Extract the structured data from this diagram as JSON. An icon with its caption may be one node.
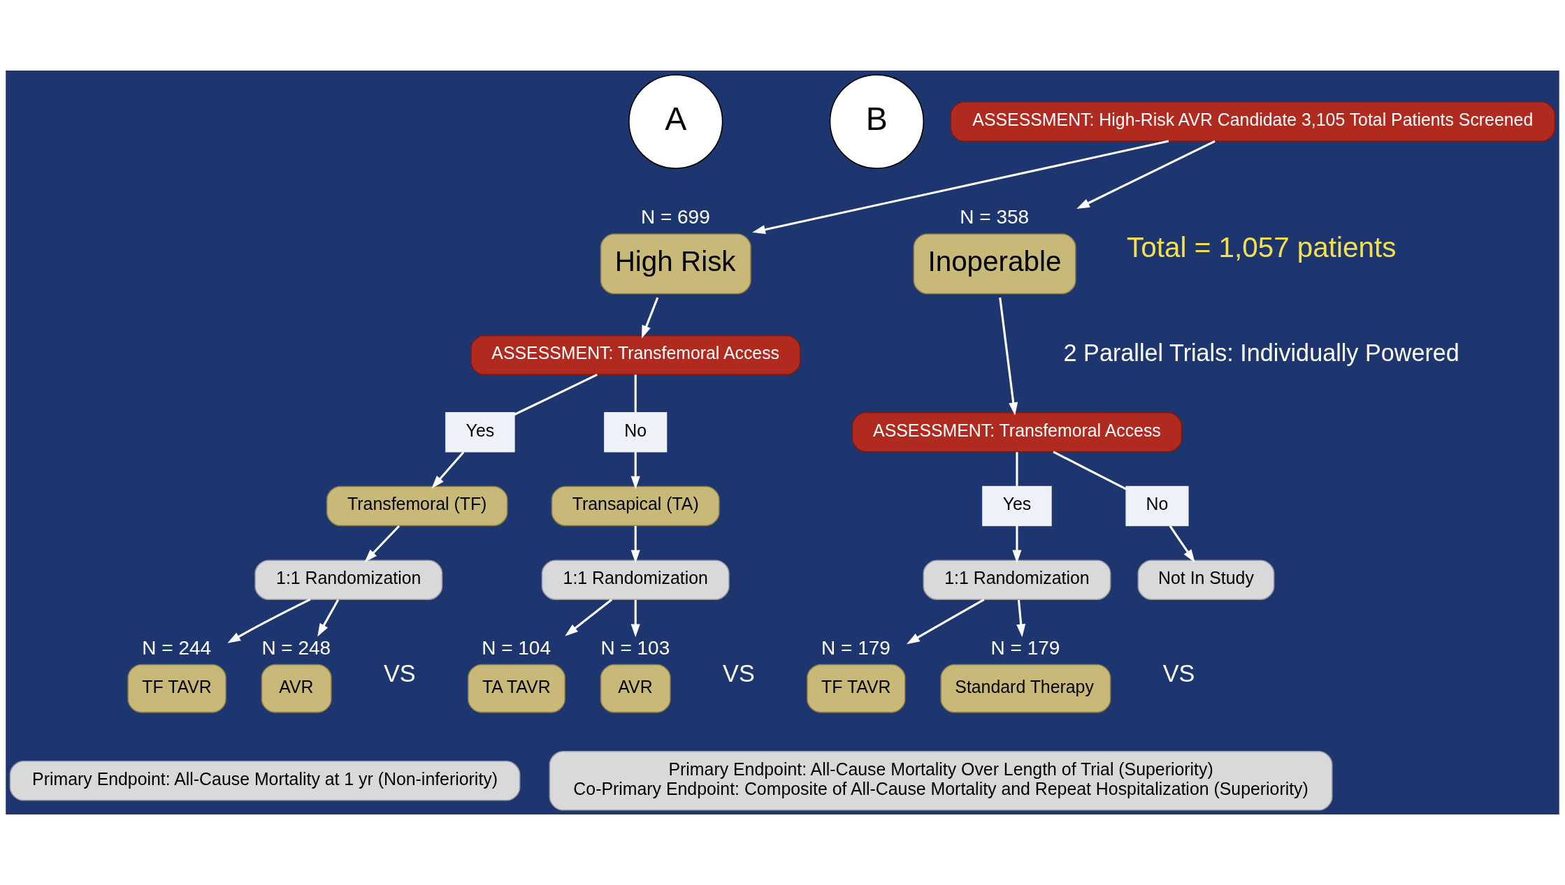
{
  "diagram": {
    "nodes": [
      {
        "text": [
          "ASSESSMENT: High-Risk AVR Candidate 3,105 Total Patients Screened"
        ]
      },
      {
        "text": [
          "A"
        ]
      },
      {
        "text": [
          "B"
        ]
      },
      {
        "text": [
          "High Risk"
        ],
        "beside": [
          "N = 699"
        ]
      },
      {
        "text": [
          "Inoperable"
        ],
        "beside": [
          "N = 358"
        ]
      },
      {
        "text": [
          "ASSESSMENT: Transfemoral Access"
        ]
      },
      {
        "text": [
          "Yes"
        ]
      },
      {
        "text": [
          "No"
        ]
      },
      {
        "text": [
          "Transfemoral (TF)"
        ]
      },
      {
        "text": [
          "Transapical (TA)"
        ]
      },
      {
        "text": [
          "1:1 Randomization"
        ]
      },
      {
        "text": [
          "1:1 Randomization"
        ]
      },
      {
        "text": [
          "TF TAVR"
        ],
        "beside": [
          "N = 244"
        ]
      },
      {
        "text": [
          "AVR"
        ],
        "beside": [
          "N = 248"
        ]
      },
      {
        "text": [
          "TA TAVR"
        ],
        "beside": [
          "N = 104"
        ]
      },
      {
        "text": [
          "AVR"
        ],
        "beside": [
          "N = 103"
        ]
      },
      {
        "text": [
          "Primary Endpoint: All-Cause Mortality at 1 yr (Non-inferiority)"
        ]
      },
      {
        "text": [
          "ASSESSMENT: Transfemoral Access"
        ]
      },
      {
        "text": [
          "Yes"
        ]
      },
      {
        "text": [
          "No"
        ]
      },
      {
        "text": [
          "1:1 Randomization"
        ]
      },
      {
        "text": [
          "Not In Study"
        ]
      },
      {
        "text": [
          "TF TAVR"
        ],
        "beside": [
          "N = 179"
        ]
      },
      {
        "text": [
          "Standard Therapy"
        ],
        "beside": [
          "N = 179"
        ]
      },
      {
        "text": [
          "Primary Endpoint: All-Cause Mortality Over Length of Trial (Superiority)",
          "Co-Primary Endpoint: Composite of All-Cause Mortality and Repeat Hospitalization (Superiority)"
        ]
      }
    ],
    "edges": [
      {
        "from": 0,
        "to": 3,
        "arrow": "to"
      },
      {
        "from": 0,
        "to": 4,
        "arrow": "to"
      },
      {
        "from": 3,
        "to": 5,
        "arrow": "to"
      },
      {
        "from": 5,
        "to": 6,
        "arrow": "none"
      },
      {
        "from": 6,
        "to": 8,
        "arrow": "to"
      },
      {
        "from": 5,
        "to": 7,
        "arrow": "none"
      },
      {
        "from": 7,
        "to": 9,
        "arrow": "to"
      },
      {
        "from": 8,
        "to": 10,
        "arrow": "to"
      },
      {
        "from": 9,
        "to": 11,
        "arrow": "to"
      },
      {
        "from": 10,
        "to": 12,
        "arrow": "to"
      },
      {
        "from": 10,
        "to": 13,
        "arrow": "to"
      },
      {
        "from": 11,
        "to": 14,
        "arrow": "to"
      },
      {
        "from": 11,
        "to": 15,
        "arrow": "to"
      },
      {
        "from": 4,
        "to": 17,
        "arrow": "to"
      },
      {
        "from": 17,
        "to": 18,
        "arrow": "none"
      },
      {
        "from": 18,
        "to": 20,
        "arrow": "to"
      },
      {
        "from": 17,
        "to": 19,
        "arrow": "none"
      },
      {
        "from": 19,
        "to": 21,
        "arrow": "to"
      },
      {
        "from": 20,
        "to": 22,
        "arrow": "to"
      },
      {
        "from": 20,
        "to": 23,
        "arrow": "to"
      }
    ],
    "labels": [
      "Total = 1,057 patients",
      "2 Parallel Trials: Individually Powered",
      "VS",
      "VS",
      "VS"
    ]
  }
}
